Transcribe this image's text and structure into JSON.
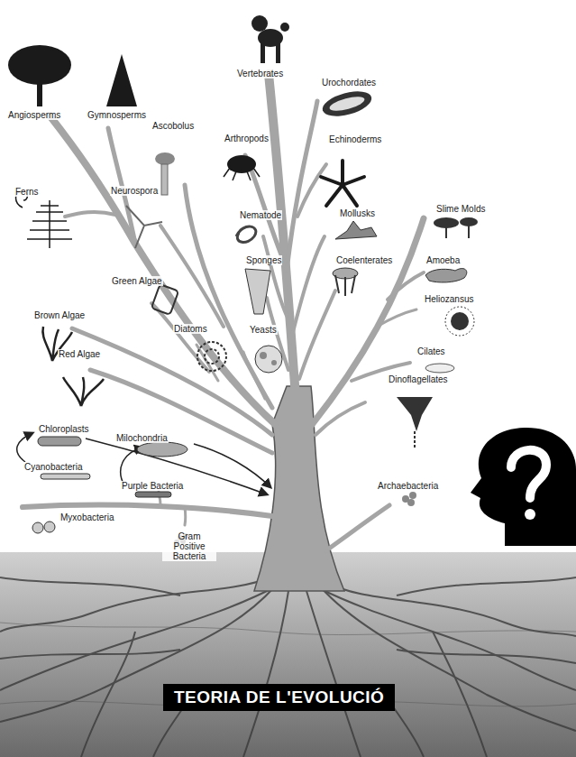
{
  "diagram": {
    "title": "TEORIA DE L'EVOLUCIÓ",
    "labels": [
      "Vertebrates",
      "Urochordates",
      "Angiosperms",
      "Gymnosperms",
      "Ascobolus",
      "Arthropods",
      "Echinoderms",
      "Ferns",
      "Neurospora",
      "Slime Molds",
      "Mollusks",
      "Nematode",
      "Sponges",
      "Coelenterates",
      "Amoeba",
      "Green Algae",
      "Heliozansus",
      "Brown Algae",
      "Diatoms",
      "Yeasts",
      "Cilates",
      "Red Algae",
      "Dinoflagellates",
      "Chloroplasts",
      "Milochondria",
      "Cyanobacteria",
      "Purple Bacteria",
      "Archaebacteria",
      "Myxobacteria",
      "Gram Positive Bacteria"
    ]
  }
}
